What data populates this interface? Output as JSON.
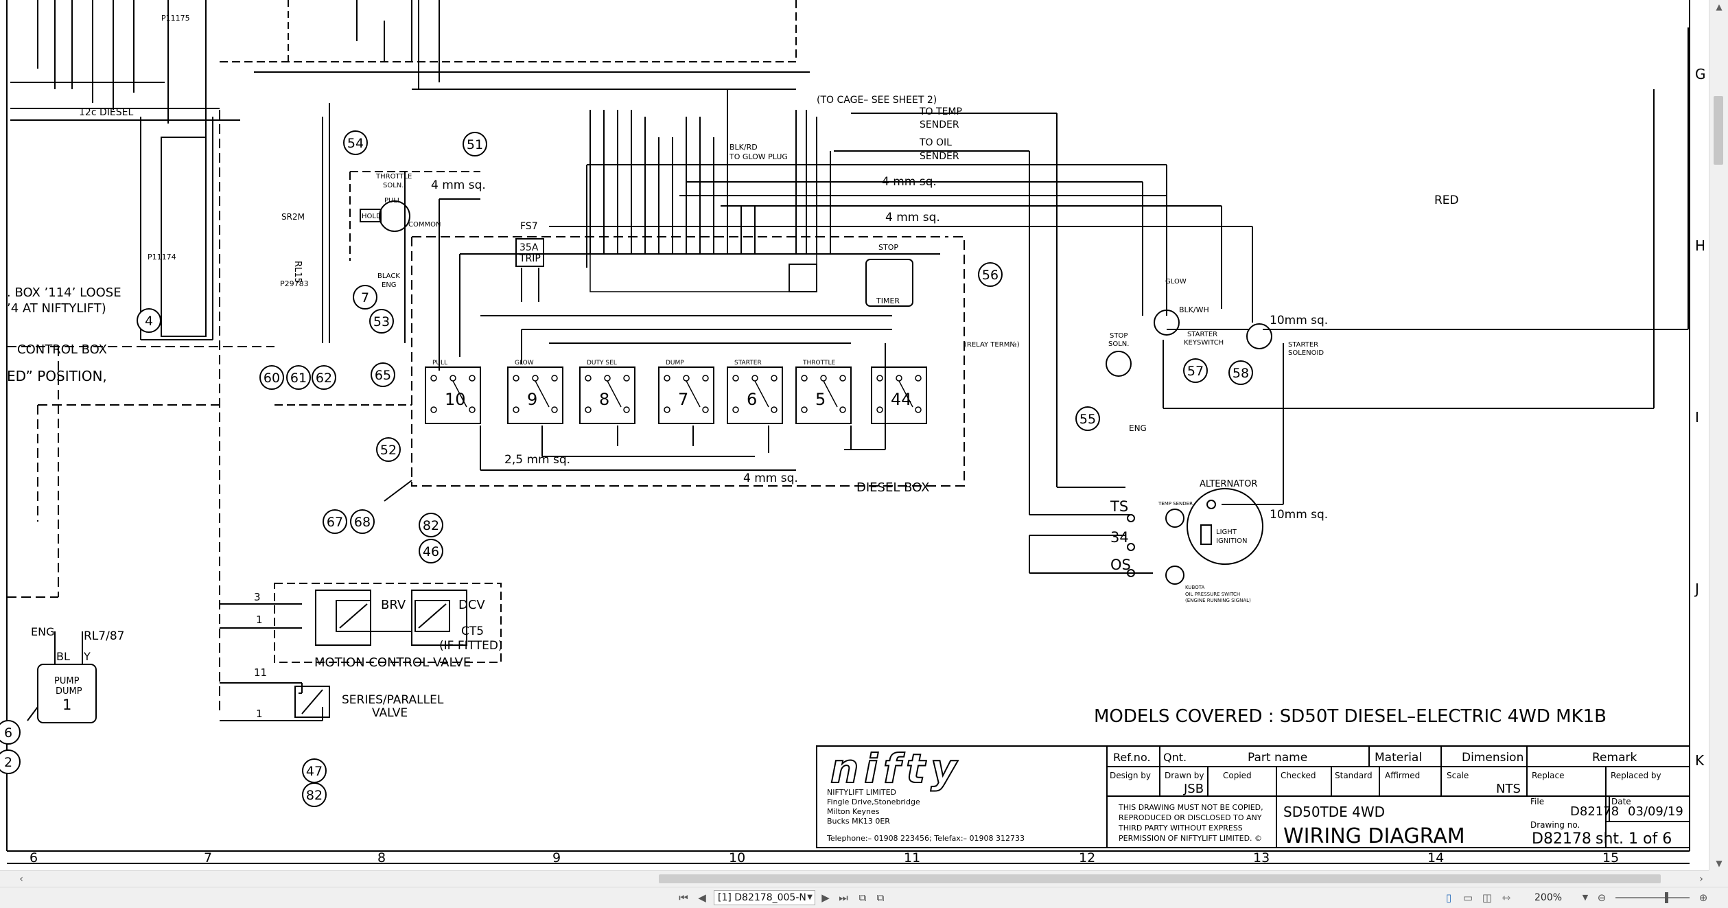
{
  "drawing": {
    "labels": {
      "p11175": "P11175",
      "p11174": "P11174",
      "diesel12c": "12c DIESEL",
      "box114": ". BOX ’114’ LOOSE",
      "atNifty": "’4 AT NIFTYLIFT)",
      "controlBox": "CONTROL BOX",
      "position": "ED” POSITION,",
      "cageSheet": "(TO CAGE– SEE SHEET 2)",
      "toTemp": "TO TEMP",
      "sender1": "SENDER",
      "toOil": "TO OIL",
      "sender2": "SENDER",
      "blkrd": "BLK/RD",
      "toGlowPlug": "TO GLOW PLUG",
      "mm4a": "4 mm sq.",
      "mm4b": "4 mm sq.",
      "mm4c": "4 mm sq.",
      "mm4d": "4 mm sq.",
      "mm25": "2,5 mm sq.",
      "mm10a": "10mm sq.",
      "mm10b": "10mm sq.",
      "red": "RED",
      "throttleSoln": "THROTTLE",
      "soln": "SOLN.",
      "pull": "PULL",
      "hold": "HOLD",
      "common": "COMMON",
      "blackEng": "BLACK",
      "eng": "ENG",
      "fs7": "FS7",
      "amp35": "35A",
      "trip": "TRIP",
      "stop": "STOP",
      "timer": "TIMER",
      "relayTerm": "(RELAY TERM№)",
      "glow": "GLOW",
      "blkwh": "BLK/WH",
      "starterKeyswitch": "STARTER",
      "keyswitch": "KEYSWITCH",
      "starterSolenoid": "STARTER",
      "solenoid": "SOLENOID",
      "stopSoln": "STOP",
      "stopSoln2": "SOLN.",
      "engGround": "ENG",
      "alternator": "ALTERNATOR",
      "ts": "TS",
      "t34": "34",
      "os": "OS",
      "tempSender": "TEMP SENDER",
      "light": "LIGHT",
      "ignition": "IGNITION",
      "kubota": "KUBOTA",
      "oilPressure": "OIL PRESSURE SWITCH",
      "engineRunning": "(ENGINE RUNNING SIGNAL)",
      "dieselBox": "DIESEL BOX",
      "brv": "BRV",
      "dcv": "DCV",
      "ct5": "CT5",
      "ifFitted": "(IF FITTED)",
      "motionControlValve": "MOTION CONTROL VALVE",
      "seriesParallel": "SERIES/PARALLEL",
      "valve": "VALVE",
      "engPump": "ENG",
      "rl787": "RL7/87",
      "bl": "BL",
      "y": "Y",
      "pumpDump": "PUMP",
      "dump": "DUMP",
      "one": "1",
      "w3": "3",
      "w1": "1",
      "w11": "11",
      "w1b": "1",
      "rl15": "RL15",
      "sr2m": "SR2M",
      "p29783": "P29783",
      "modelsCovered": "MODELS COVERED : SD50T DIESEL–ELECTRIC 4WD MK1B"
    },
    "relays": [
      {
        "num": "10",
        "name": "PULL"
      },
      {
        "num": "9",
        "name": "GLOW"
      },
      {
        "num": "8",
        "name": "DUTY SEL"
      },
      {
        "num": "7",
        "name": "DUMP"
      },
      {
        "num": "6",
        "name": "STARTER"
      },
      {
        "num": "5",
        "name": "THROTTLE"
      },
      {
        "num": "44",
        "name": ""
      }
    ],
    "balloons": [
      "54",
      "51",
      "7",
      "53",
      "65",
      "52",
      "4",
      "60",
      "61",
      "62",
      "56",
      "55",
      "57",
      "58",
      "67",
      "68",
      "82",
      "46",
      "47",
      "82",
      "6",
      "2"
    ],
    "gridLetters": [
      "G",
      "H",
      "I",
      "J",
      "K"
    ],
    "gridNumbers": [
      "6",
      "7",
      "8",
      "9",
      "10",
      "11",
      "12",
      "13",
      "14",
      "15"
    ],
    "titleBlock": {
      "refNo": "Ref.no.",
      "qnt": "Qnt.",
      "partName": "Part name",
      "material": "Material",
      "dimension": "Dimension",
      "remark": "Remark",
      "designBy": "Design by",
      "drawnBy": "Drawn by",
      "drawnByValue": "JSB",
      "copied": "Copied",
      "checked": "Checked",
      "standard": "Standard",
      "affirmed": "Affirmed",
      "scale": "Scale",
      "scaleValue": "NTS",
      "replace": "Replace",
      "replacedBy": "Replaced by",
      "company": "NIFTYLIFT LIMITED",
      "addr1": "Fingle Drive,Stonebridge",
      "addr2": "Milton Keynes",
      "addr3": "Bucks MK13 0ER",
      "phone": "Telephone:– 01908 223456; Telefax:– 01908 312733",
      "notice1": "THIS DRAWING MUST NOT BE COPIED,",
      "notice2": "REPRODUCED OR DISCLOSED TO ANY",
      "notice3": "THIRD PARTY WITHOUT EXPRESS",
      "notice4": "PERMISSION OF NIFTYLIFT LIMITED. ©",
      "model": "SD50TDE 4WD",
      "title": "WIRING DIAGRAM",
      "file": "File",
      "fileValue": "D82178",
      "date": "Date",
      "dateValue": "03/09/19",
      "drawingNo": "Drawing no.",
      "drawingNoValue": "D82178",
      "sheet": "sht. 1 of 6",
      "logo": "nifty"
    }
  },
  "statusbar": {
    "page": "[1] D82178_005-N",
    "zoom": "200%"
  }
}
